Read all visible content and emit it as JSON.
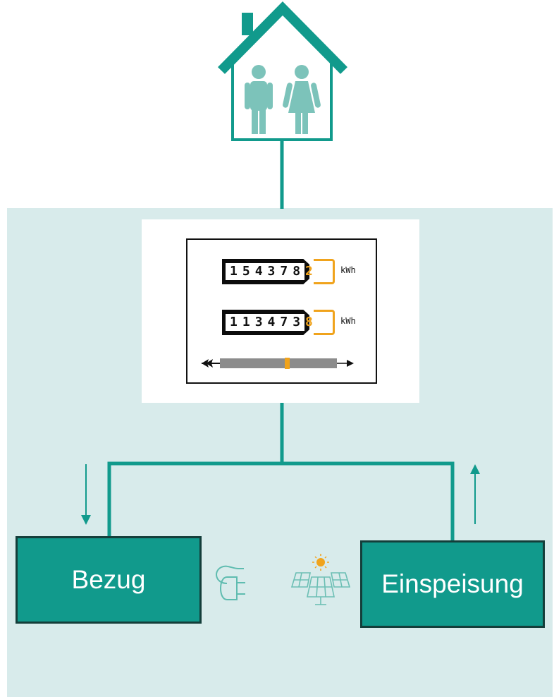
{
  "colors": {
    "teal": "#119a8c",
    "panel": "#d8ebeb",
    "box_border": "#143e3a",
    "person": "#7cc3ba",
    "accent_orange": "#f0a31c"
  },
  "household": {
    "icon": "house-with-people-icon"
  },
  "meter": {
    "icon": "electricity-meter-icon",
    "counters": [
      {
        "digits": [
          "1",
          "5",
          "4",
          "3",
          "7",
          "8"
        ],
        "last_digit": "2",
        "unit": "kWh"
      },
      {
        "digits": [
          "1",
          "1",
          "3",
          "4",
          "7",
          "3"
        ],
        "last_digit": "8",
        "unit": "kWh"
      }
    ],
    "direction_icon": "bidirectional-arrow-icon"
  },
  "boxes": {
    "bezug": {
      "label": "Bezug",
      "icon": "plug-icon",
      "arrow": "arrow-down-icon"
    },
    "einspeisung": {
      "label": "Einspeisung",
      "icon": "solar-panel-icon",
      "arrow": "arrow-up-icon"
    }
  }
}
